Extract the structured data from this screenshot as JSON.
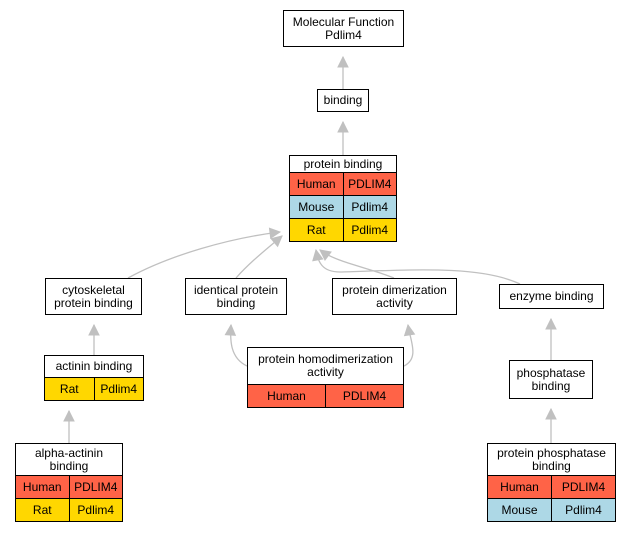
{
  "colors": {
    "Human": "#ff6347",
    "Mouse": "#add8e6",
    "Rat": "#ffd700",
    "edge": "#c0c0c0"
  },
  "nodes": [
    {
      "id": "molecular_function",
      "title": "Molecular Function\nPdlim4",
      "orthologs": []
    },
    {
      "id": "binding",
      "title": "binding",
      "orthologs": []
    },
    {
      "id": "protein_binding",
      "title": "protein binding",
      "orthologs": [
        {
          "species": "Human",
          "gene": "PDLIM4"
        },
        {
          "species": "Mouse",
          "gene": "Pdlim4"
        },
        {
          "species": "Rat",
          "gene": "Pdlim4"
        }
      ]
    },
    {
      "id": "cytoskeletal_protein_binding",
      "title": "cytoskeletal\nprotein binding",
      "orthologs": []
    },
    {
      "id": "identical_protein_binding",
      "title": "identical protein\nbinding",
      "orthologs": []
    },
    {
      "id": "protein_dimerization_activity",
      "title": "protein dimerization\nactivity",
      "orthologs": []
    },
    {
      "id": "enzyme_binding",
      "title": "enzyme binding",
      "orthologs": []
    },
    {
      "id": "actinin_binding",
      "title": "actinin binding",
      "orthologs": [
        {
          "species": "Rat",
          "gene": "Pdlim4"
        }
      ]
    },
    {
      "id": "protein_homodimerization_activity",
      "title": "protein homodimerization\nactivity",
      "orthologs": [
        {
          "species": "Human",
          "gene": "PDLIM4"
        }
      ]
    },
    {
      "id": "phosphatase_binding",
      "title": "phosphatase\nbinding",
      "orthologs": []
    },
    {
      "id": "alpha_actinin_binding",
      "title": "alpha-actinin\nbinding",
      "orthologs": [
        {
          "species": "Human",
          "gene": "PDLIM4"
        },
        {
          "species": "Rat",
          "gene": "Pdlim4"
        }
      ]
    },
    {
      "id": "protein_phosphatase_binding",
      "title": "protein phosphatase\nbinding",
      "orthologs": [
        {
          "species": "Human",
          "gene": "PDLIM4"
        },
        {
          "species": "Mouse",
          "gene": "Pdlim4"
        }
      ]
    }
  ],
  "edges": [
    {
      "from": "binding",
      "to": "molecular_function"
    },
    {
      "from": "protein_binding",
      "to": "binding"
    },
    {
      "from": "cytoskeletal_protein_binding",
      "to": "protein_binding"
    },
    {
      "from": "identical_protein_binding",
      "to": "protein_binding"
    },
    {
      "from": "protein_dimerization_activity",
      "to": "protein_binding"
    },
    {
      "from": "enzyme_binding",
      "to": "protein_binding"
    },
    {
      "from": "actinin_binding",
      "to": "cytoskeletal_protein_binding"
    },
    {
      "from": "protein_homodimerization_activity",
      "to": "identical_protein_binding"
    },
    {
      "from": "protein_homodimerization_activity",
      "to": "protein_dimerization_activity"
    },
    {
      "from": "phosphatase_binding",
      "to": "enzyme_binding"
    },
    {
      "from": "alpha_actinin_binding",
      "to": "actinin_binding"
    },
    {
      "from": "protein_phosphatase_binding",
      "to": "phosphatase_binding"
    }
  ]
}
